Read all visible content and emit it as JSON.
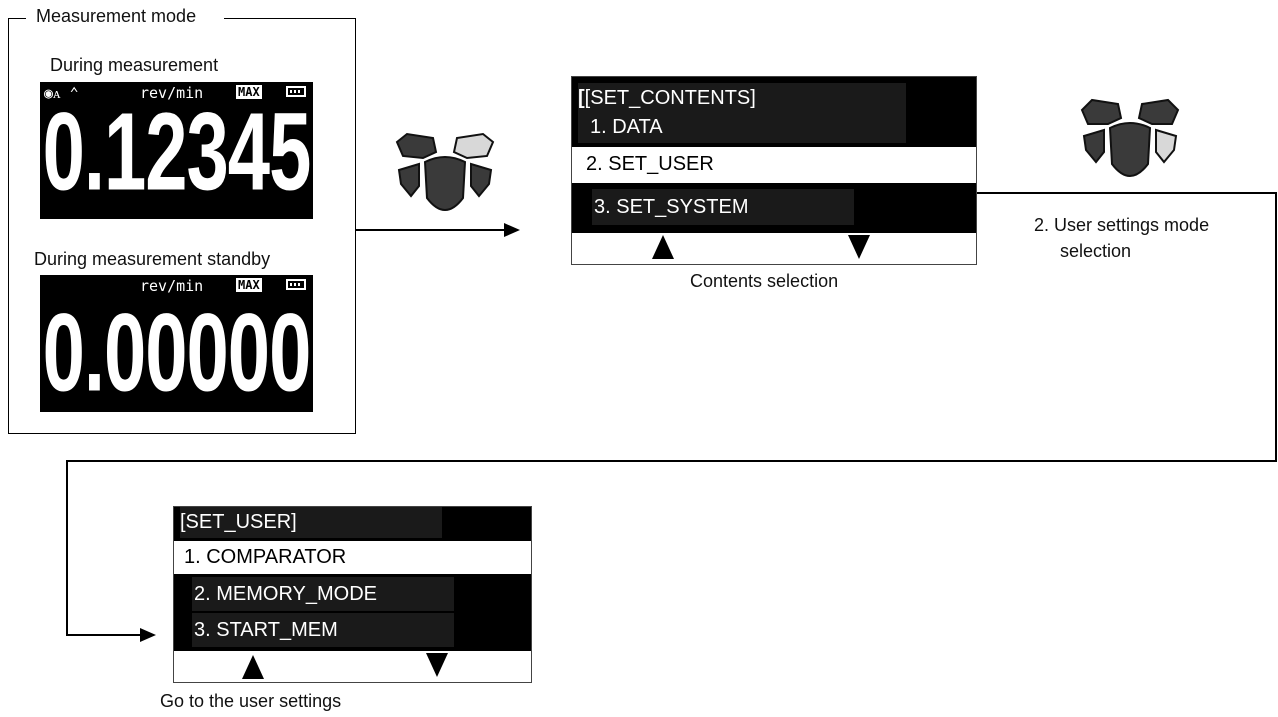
{
  "measurement_mode": {
    "label": "Measurement mode",
    "during_label": "During measurement",
    "standby_label": "During measurement standby",
    "screen1": {
      "icons": "◉ᴀ ⌃",
      "unit": "rev/min",
      "max": "MAX",
      "value": "0.12345"
    },
    "screen2": {
      "unit": "rev/min",
      "max": "MAX",
      "value": "0.00000"
    }
  },
  "contents_menu": {
    "title": "[SET_CONTENTS]",
    "items": [
      "1. DATA",
      "2. SET_USER",
      "3. SET_SYSTEM"
    ],
    "selected_index": 1,
    "caption": "Contents selection"
  },
  "step_label": {
    "line1": "2. User settings mode",
    "line2": "selection"
  },
  "user_menu": {
    "title": "[SET_USER]",
    "items": [
      "1. COMPARATOR",
      "2. MEMORY_MODE",
      "3. START_MEM"
    ],
    "selected_index": 0,
    "caption": "Go to the user settings"
  },
  "colors": {
    "pad_dark": "#3a3a3a",
    "pad_highlight": "#d8d8d8",
    "lcd_bg": "#000000"
  }
}
